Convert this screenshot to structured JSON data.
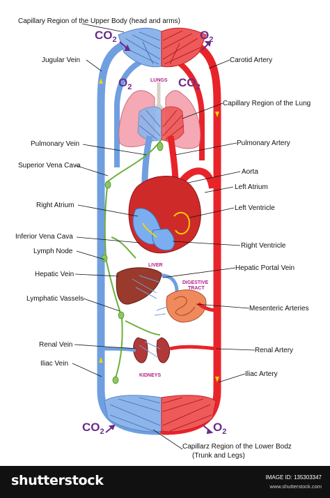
{
  "labels": {
    "capillary_upper": "Capillary Region of the Upper Body (head and arms)",
    "jugular_vein": "Jugular Vein",
    "carotid_artery": "Carotid Artery",
    "capillary_lung": "Capillary Region of the Lung",
    "pulmonary_vein": "Pulmonary Vein",
    "pulmonary_artery": "Pulmonary Artery",
    "superior_vena_cava": "Superior Vena Cava",
    "aorta": "Aorta",
    "left_atrium": "Left Atrium",
    "right_atrium": "Right Atrium",
    "left_ventricle": "Left Ventricle",
    "inferior_vena_cava": "Inferior Vena Cava",
    "right_ventricle": "Right Ventricle",
    "lymph_node": "Lymph Node",
    "hepatic_portal_vein": "Hepatic Portal Vein",
    "hepatic_vein": "Hepatic Vein",
    "lymphatic_vessels": "Lymphatic Vassels",
    "mesenteric_arteries": "Mesenteric Arteries",
    "renal_vein": "Renal Vein",
    "renal_artery": "Renal Artery",
    "iliac_vein": "Iliac Vein",
    "iliac_artery": "Iliac Artery",
    "capillary_lower_1": "Capillarz Region of the Lower Bodz",
    "capillary_lower_2": "(Trunk and Legs)"
  },
  "organs": {
    "lungs": "LUNGS",
    "liver": "LIVER",
    "digestive_1": "DIGESTIVE",
    "digestive_2": "TRACT",
    "kidneys": "KIDNEYS"
  },
  "gases": {
    "co2_top": "CO",
    "co2_top_sub": "2",
    "o2_top": "O",
    "o2_top_sub": "2",
    "o2_lung": "O",
    "o2_lung_sub": "2",
    "co2_lung": "CO",
    "co2_lung_sub": "2",
    "co2_bottom": "CO",
    "co2_bottom_sub": "2",
    "o2_bottom": "O",
    "o2_bottom_sub": "2"
  },
  "footer": {
    "brand": "shutterstock",
    "image_id": "IMAGE ID: 135303347",
    "site": "www.shutterstock.com"
  },
  "colors": {
    "vein": "#6f9fe0",
    "artery": "#e8242a",
    "lymph": "#6bb03a",
    "gas_text": "#6a2c8a",
    "organ_text": "#b0208a"
  }
}
